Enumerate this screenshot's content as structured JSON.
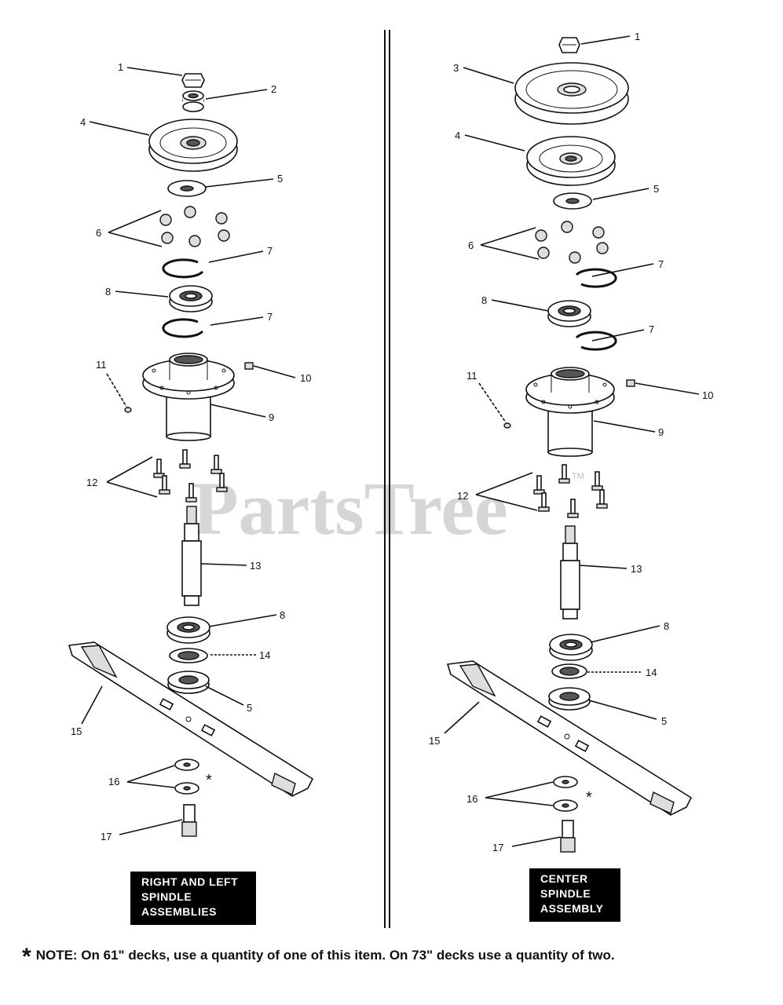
{
  "watermark": {
    "text": "PartsTree",
    "tm": "TM"
  },
  "left_assembly": {
    "label_lines": [
      "RIGHT AND LEFT",
      "SPINDLE",
      "ASSEMBLIES"
    ],
    "callouts": [
      "1",
      "2",
      "4",
      "5",
      "6",
      "7",
      "8",
      "7",
      "11",
      "10",
      "9",
      "12",
      "13",
      "8",
      "14",
      "15",
      "5",
      "16",
      "*",
      "17"
    ]
  },
  "center_assembly": {
    "label_lines": [
      "CENTER",
      "SPINDLE",
      "ASSEMBLY"
    ],
    "callouts": [
      "1",
      "3",
      "4",
      "5",
      "6",
      "7",
      "8",
      "7",
      "11",
      "10",
      "9",
      "12",
      "13",
      "8",
      "14",
      "15",
      "5",
      "16",
      "*",
      "17"
    ]
  },
  "note": {
    "marker": "*",
    "text": "NOTE:  On 61\" decks, use a quantity of one of this item. On 73\" decks use a quantity of two."
  }
}
